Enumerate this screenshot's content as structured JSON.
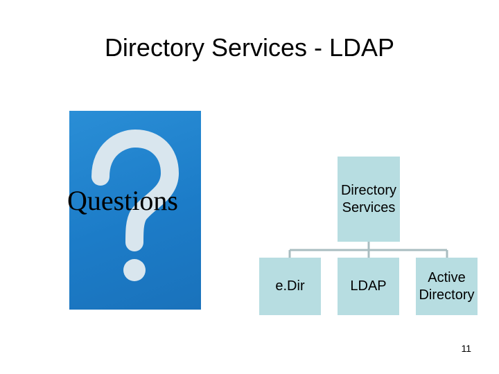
{
  "slide": {
    "title": "Directory Services - LDAP",
    "page_number": "11"
  },
  "image": {
    "label": "Questions",
    "icon": "question-mark-icon",
    "background_color": "#1c7cc8"
  },
  "org_chart": {
    "box_color": "#b7dde1",
    "connector_color": "#a9bdc0",
    "root": {
      "label": "Directory\nServices"
    },
    "children": [
      {
        "label": "e.Dir"
      },
      {
        "label": "LDAP"
      },
      {
        "label": "Active\nDirectory"
      }
    ]
  }
}
